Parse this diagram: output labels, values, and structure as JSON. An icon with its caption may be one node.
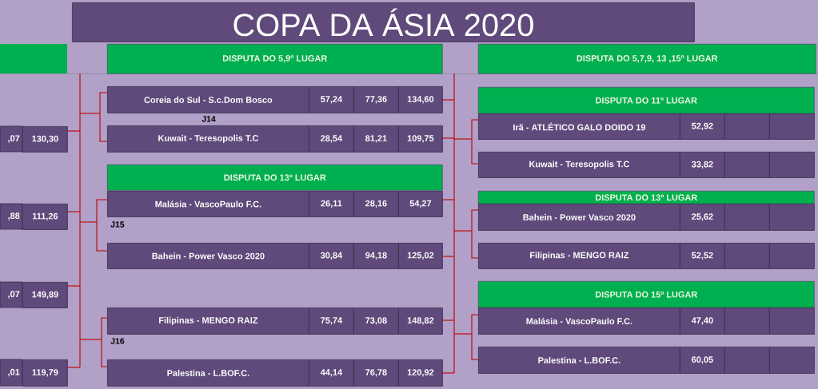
{
  "diagram": {
    "title": "COPA DA ÁSIA 2020",
    "nodes": [
      {
        "text": [
          "DISPUTA DO 5,9º LUGAR"
        ]
      },
      {
        "text": [
          "DISPUTA DO 5,7,9, 13 ,15º LUGAR"
        ]
      },
      {
        "text": [
          ",07",
          "130,30"
        ]
      },
      {
        "text": [
          ",88",
          "111,26"
        ]
      },
      {
        "text": [
          ",07",
          "149,89"
        ]
      },
      {
        "text": [
          ",01",
          "119,79"
        ]
      },
      {
        "text": [
          "Coreia do Sul - S.c.Dom Bosco",
          "57,24",
          "77,36",
          "134,60"
        ]
      },
      {
        "text": [
          "Kuwait - Teresopolis T.C",
          "28,54",
          "81,21",
          "109,75"
        ]
      },
      {
        "text": [
          "DISPUTA DO 13º LUGAR"
        ]
      },
      {
        "text": [
          "Malásia - VascoPaulo F.C.",
          "26,11",
          "28,16",
          "54,27"
        ]
      },
      {
        "text": [
          "Bahein - Power Vasco 2020",
          "30,84",
          "94,18",
          "125,02"
        ]
      },
      {
        "text": [
          "Filipinas - MENGO RAIZ",
          "75,74",
          "73,08",
          "148,82"
        ]
      },
      {
        "text": [
          "Palestina - L.BOF.C.",
          "44,14",
          "76,78",
          "120,92"
        ]
      },
      {
        "text": [
          "DISPUTA DO 11º LUGAR"
        ]
      },
      {
        "text": [
          "Irã - ATLÉTICO GALO DOIDO 19",
          "52,92"
        ]
      },
      {
        "text": [
          "Kuwait - Teresopolis T.C",
          "33,82"
        ]
      },
      {
        "text": [
          "DISPUTA DO 13º LUGAR"
        ]
      },
      {
        "text": [
          "Bahein - Power Vasco 2020",
          "25,62"
        ]
      },
      {
        "text": [
          "Filipinas - MENGO RAIZ",
          "52,52"
        ]
      },
      {
        "text": [
          "DISPUTA DO 15º LUGAR"
        ]
      },
      {
        "text": [
          "Malásia - VascoPaulo F.C.",
          "47,40"
        ]
      },
      {
        "text": [
          "Palestina - L.BOF.C.",
          "60,05"
        ]
      }
    ],
    "edges": [
      {
        "from": 2,
        "to": 6,
        "arrow": "none"
      },
      {
        "from": 2,
        "to": 7,
        "arrow": "none"
      },
      {
        "from": 2,
        "to": 9,
        "arrow": "none"
      },
      {
        "from": 2,
        "to": 10,
        "arrow": "none"
      },
      {
        "from": 2,
        "to": 11,
        "arrow": "none"
      },
      {
        "from": 2,
        "to": 12,
        "arrow": "none"
      },
      {
        "from": 3,
        "to": 6,
        "arrow": "none"
      },
      {
        "from": 3,
        "to": 7,
        "arrow": "none"
      },
      {
        "from": 3,
        "to": 9,
        "arrow": "none"
      },
      {
        "from": 3,
        "to": 10,
        "arrow": "none"
      },
      {
        "from": 3,
        "to": 11,
        "arrow": "none"
      },
      {
        "from": 3,
        "to": 12,
        "arrow": "none"
      },
      {
        "from": 4,
        "to": 6,
        "arrow": "none"
      },
      {
        "from": 4,
        "to": 7,
        "arrow": "none"
      },
      {
        "from": 4,
        "to": 9,
        "arrow": "none"
      },
      {
        "from": 4,
        "to": 10,
        "arrow": "none"
      },
      {
        "from": 4,
        "to": 11,
        "arrow": "none"
      },
      {
        "from": 4,
        "to": 12,
        "arrow": "none"
      },
      {
        "from": 5,
        "to": 6,
        "arrow": "none"
      },
      {
        "from": 5,
        "to": 7,
        "arrow": "none"
      },
      {
        "from": 5,
        "to": 9,
        "arrow": "none"
      },
      {
        "from": 5,
        "to": 10,
        "arrow": "none"
      },
      {
        "from": 5,
        "to": 11,
        "arrow": "none"
      },
      {
        "from": 5,
        "to": 12,
        "arrow": "none"
      },
      {
        "from": 6,
        "to": 14,
        "arrow": "none"
      },
      {
        "from": 6,
        "to": 15,
        "arrow": "none"
      },
      {
        "from": 6,
        "to": 17,
        "arrow": "none"
      },
      {
        "from": 6,
        "to": 18,
        "arrow": "none"
      },
      {
        "from": 6,
        "to": 20,
        "arrow": "none"
      },
      {
        "from": 6,
        "to": 21,
        "arrow": "none"
      },
      {
        "from": 7,
        "to": 14,
        "arrow": "none"
      },
      {
        "from": 7,
        "to": 15,
        "arrow": "none"
      },
      {
        "from": 7,
        "to": 17,
        "arrow": "none"
      },
      {
        "from": 7,
        "to": 18,
        "arrow": "none"
      },
      {
        "from": 7,
        "to": 20,
        "arrow": "none"
      },
      {
        "from": 7,
        "to": 21,
        "arrow": "none"
      },
      {
        "from": 9,
        "to": 14,
        "arrow": "none"
      },
      {
        "from": 9,
        "to": 15,
        "arrow": "none"
      },
      {
        "from": 9,
        "to": 17,
        "arrow": "none"
      },
      {
        "from": 9,
        "to": 18,
        "arrow": "none"
      },
      {
        "from": 9,
        "to": 20,
        "arrow": "none"
      },
      {
        "from": 9,
        "to": 21,
        "arrow": "none"
      },
      {
        "from": 10,
        "to": 14,
        "arrow": "none"
      },
      {
        "from": 10,
        "to": 15,
        "arrow": "none"
      },
      {
        "from": 10,
        "to": 17,
        "arrow": "none"
      },
      {
        "from": 10,
        "to": 18,
        "arrow": "none"
      },
      {
        "from": 10,
        "to": 20,
        "arrow": "none"
      },
      {
        "from": 10,
        "to": 21,
        "arrow": "none"
      },
      {
        "from": 11,
        "to": 14,
        "arrow": "none"
      },
      {
        "from": 11,
        "to": 15,
        "arrow": "none"
      },
      {
        "from": 11,
        "to": 17,
        "arrow": "none"
      },
      {
        "from": 11,
        "to": 18,
        "arrow": "none"
      },
      {
        "from": 11,
        "to": 20,
        "arrow": "none"
      },
      {
        "from": 11,
        "to": 21,
        "arrow": "none"
      },
      {
        "from": 12,
        "to": 14,
        "arrow": "none"
      },
      {
        "from": 12,
        "to": 15,
        "arrow": "none"
      },
      {
        "from": 12,
        "to": 17,
        "arrow": "none"
      },
      {
        "from": 12,
        "to": 18,
        "arrow": "none"
      },
      {
        "from": 12,
        "to": 20,
        "arrow": "none"
      },
      {
        "from": 12,
        "to": 21,
        "arrow": "none"
      }
    ],
    "labels": [
      "J14",
      "J15",
      "J16"
    ]
  }
}
